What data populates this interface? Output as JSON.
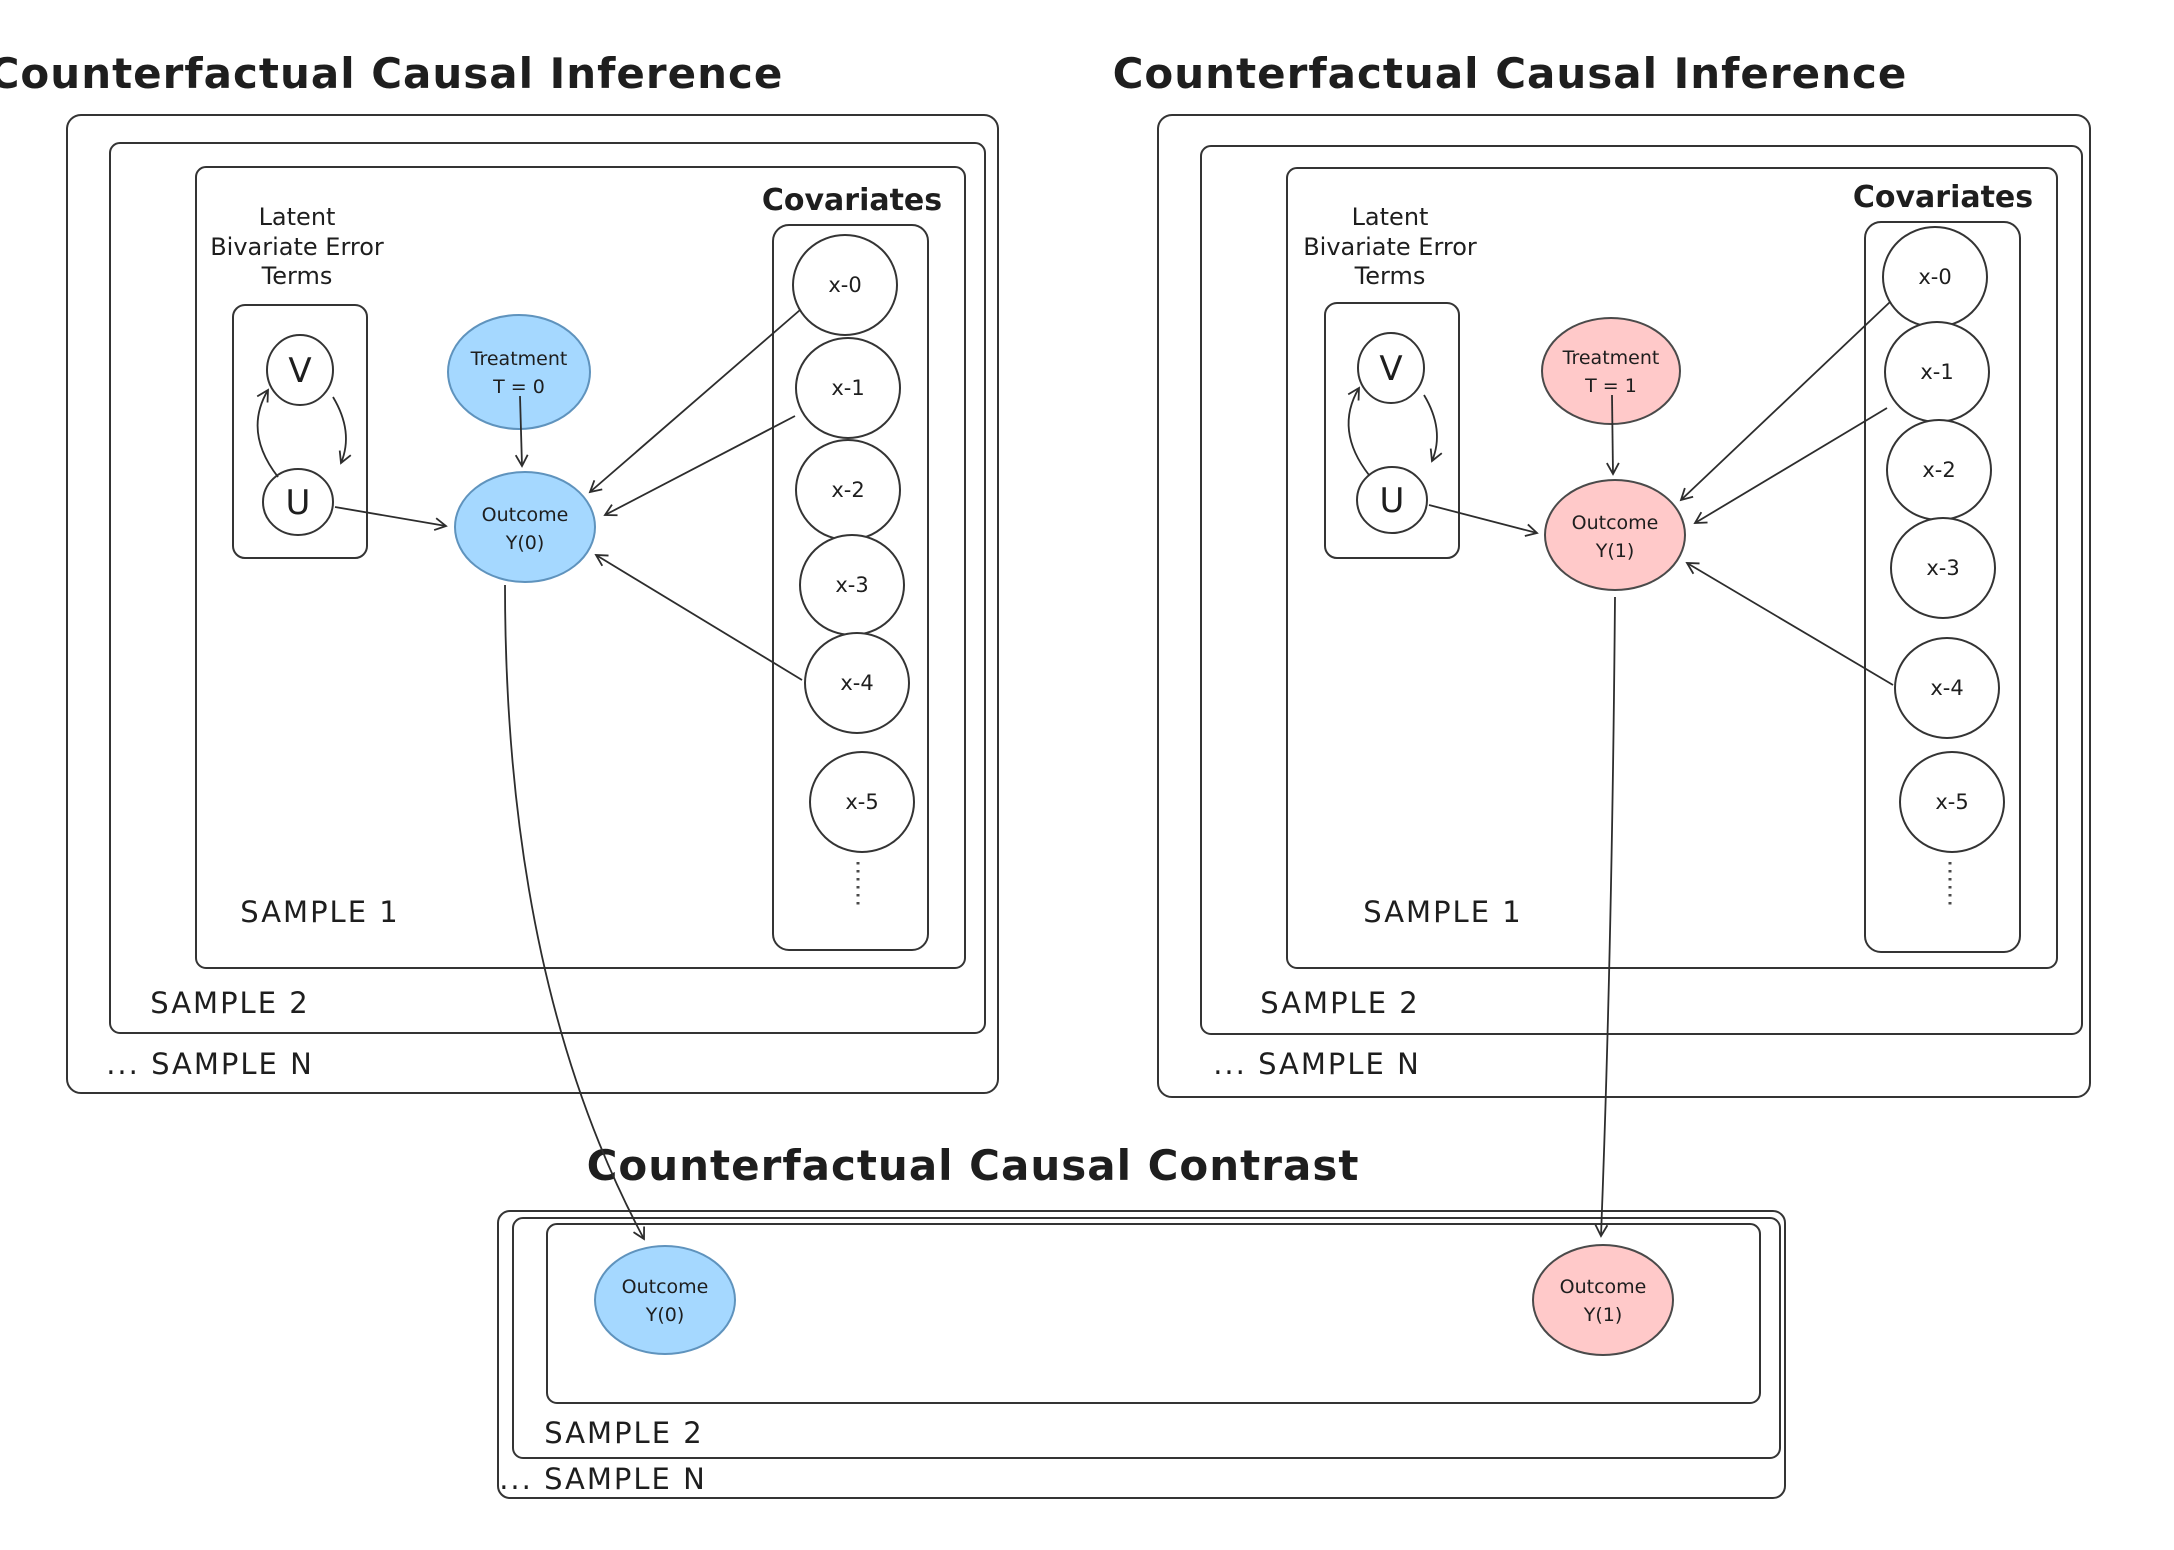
{
  "colors": {
    "blue_fill": "#a5d8ff",
    "blue_stroke": "#5f93bd",
    "pink_fill": "#ffc9c9",
    "pink_stroke": "#4a4a4a",
    "ink": "#1e1e1e"
  },
  "panels": {
    "left": {
      "title": "Counterfactual Causal Inference",
      "latent_label": [
        "Latent",
        "Bivariate Error",
        "Terms"
      ],
      "error_nodes": [
        "V",
        "U"
      ],
      "treatment": [
        "Treatment",
        "T = 0"
      ],
      "outcome": [
        "Outcome",
        "Y(0)"
      ],
      "covariates_label": "Covariates",
      "covariates": [
        "x-0",
        "x-1",
        "x-2",
        "x-3",
        "x-4",
        "x-5"
      ],
      "samples": [
        "SAMPLE 1",
        "SAMPLE 2",
        "... SAMPLE N"
      ]
    },
    "right": {
      "title": "Counterfactual Causal Inference",
      "latent_label": [
        "Latent",
        "Bivariate Error",
        "Terms"
      ],
      "error_nodes": [
        "V",
        "U"
      ],
      "treatment": [
        "Treatment",
        "T = 1"
      ],
      "outcome": [
        "Outcome",
        "Y(1)"
      ],
      "covariates_label": "Covariates",
      "covariates": [
        "x-0",
        "x-1",
        "x-2",
        "x-3",
        "x-4",
        "x-5"
      ],
      "samples": [
        "SAMPLE 1",
        "SAMPLE 2",
        "... SAMPLE N"
      ]
    }
  },
  "contrast": {
    "title": "Counterfactual Causal Contrast",
    "outcome_y0": [
      "Outcome",
      "Y(0)"
    ],
    "outcome_y1": [
      "Outcome",
      "Y(1)"
    ],
    "samples": [
      "SAMPLE 2",
      "... SAMPLE N"
    ]
  }
}
